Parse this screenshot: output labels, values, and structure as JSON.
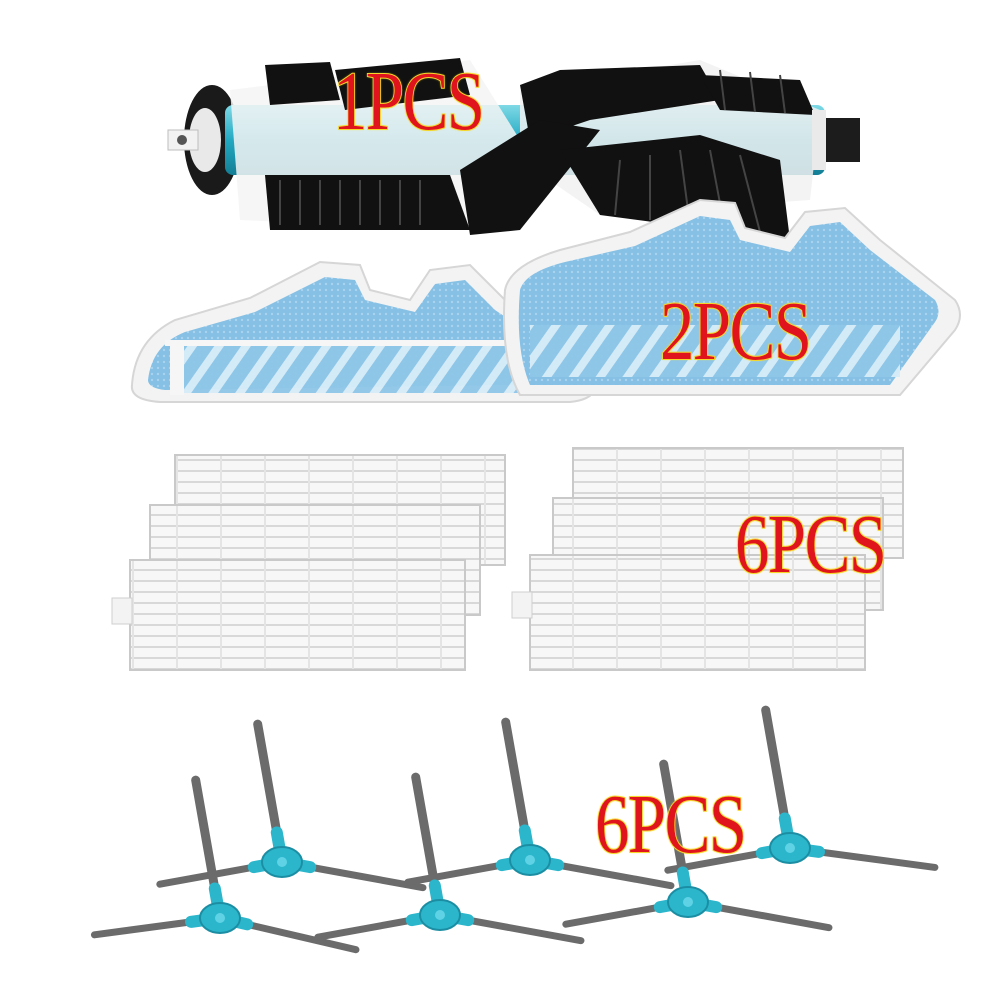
{
  "colors": {
    "label_fill": "#e0141c",
    "label_outline": "#f2d21b",
    "accent_cyan": "#2bb6cc",
    "mop_blue": "#8cc4e6",
    "bristle_black": "#111111",
    "bristle_gray": "#6b6b6b"
  },
  "labels": {
    "roller_brush_qty": "1PCS",
    "mop_pad_qty": "2PCS",
    "hepa_filter_qty": "6PCS",
    "side_brush_qty": "6PCS"
  },
  "products": {
    "roller_brush_count": 1,
    "mop_pad_count": 2,
    "filter_count": 6,
    "side_brush_count": 6
  }
}
